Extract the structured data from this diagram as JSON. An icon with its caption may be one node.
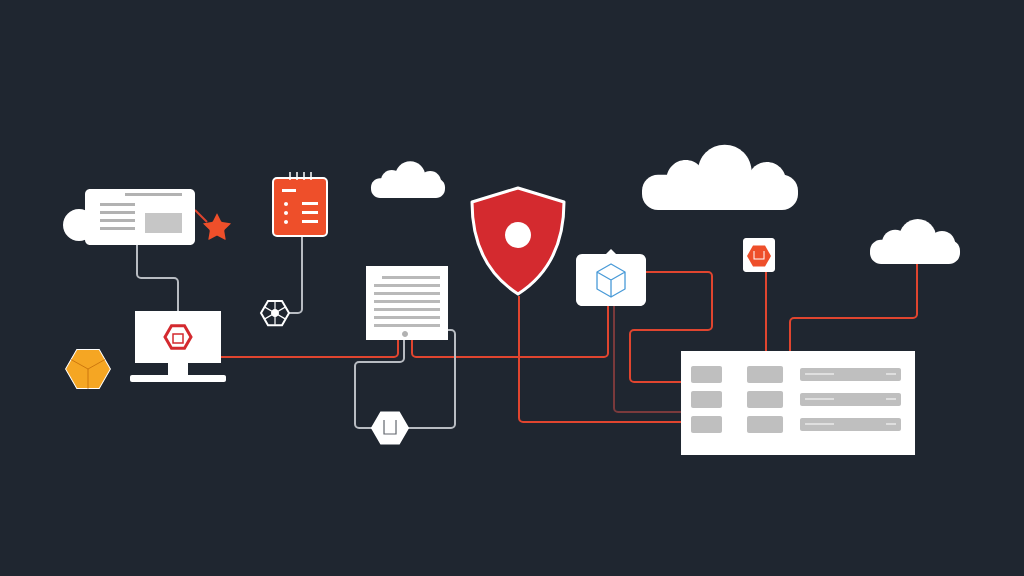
{
  "diagram": {
    "nodes": [
      {
        "text": [],
        "shape": "box"
      },
      {
        "text": [],
        "shape": "star"
      },
      {
        "text": [],
        "shape": "box"
      },
      {
        "text": [],
        "shape": "cloud"
      },
      {
        "text": [],
        "shape": "monitor"
      },
      {
        "text": [],
        "shape": "hexagon"
      },
      {
        "text": [],
        "shape": "cube"
      },
      {
        "text": [],
        "shape": "box"
      },
      {
        "text": [],
        "shape": "shield"
      },
      {
        "text": [],
        "shape": "box"
      },
      {
        "text": [],
        "shape": "hexagon"
      },
      {
        "text": [],
        "shape": "cloud"
      },
      {
        "text": [],
        "shape": "box"
      },
      {
        "text": [],
        "shape": "cloud"
      },
      {
        "text": [],
        "shape": "box"
      }
    ],
    "edges": [
      {
        "from": 0,
        "to": 4,
        "arrow": "none",
        "color": "#b8bcc2"
      },
      {
        "from": 0,
        "to": 1,
        "arrow": "none"
      },
      {
        "from": 2,
        "to": 5,
        "arrow": "none",
        "color": "#b8bcc2"
      },
      {
        "from": 4,
        "to": 7,
        "arrow": "none"
      },
      {
        "from": 7,
        "to": 9,
        "arrow": "none"
      },
      {
        "from": 7,
        "to": 10,
        "arrow": "none",
        "color": "#b8bcc2"
      },
      {
        "from": 7,
        "to": 10,
        "arrow": "none",
        "color": "#b8bcc2"
      },
      {
        "from": 8,
        "to": 14,
        "arrow": "none"
      },
      {
        "from": 9,
        "to": 14,
        "arrow": "none",
        "color": "#7a3a3c"
      },
      {
        "from": 9,
        "to": 14,
        "arrow": "none"
      },
      {
        "from": 12,
        "to": 14,
        "arrow": "none"
      },
      {
        "from": 13,
        "to": 14,
        "arrow": "none"
      }
    ]
  }
}
